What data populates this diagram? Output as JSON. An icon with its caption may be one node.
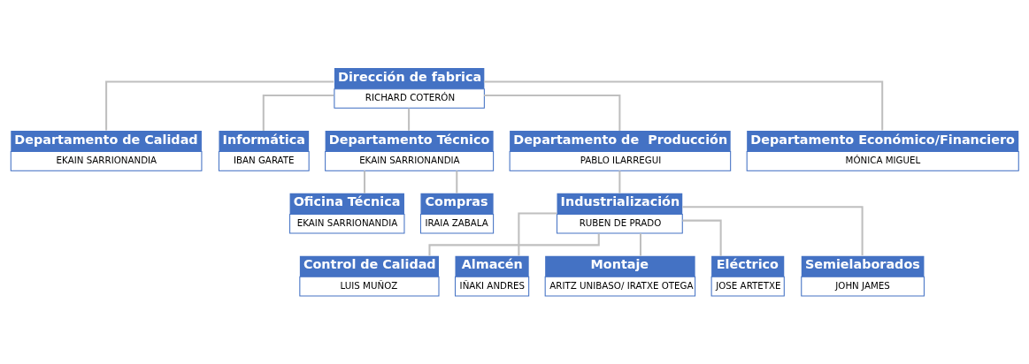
{
  "diagram": {
    "nodes": [
      {
        "text": [
          "Dirección de fabrica",
          "RICHARD COTERÓN"
        ]
      },
      {
        "text": [
          "Departamento de Calidad",
          "EKAIN SARRIONANDIA"
        ]
      },
      {
        "text": [
          "Informática",
          "IBAN GARATE"
        ]
      },
      {
        "text": [
          "Departamento Técnico",
          "EKAIN SARRIONANDIA"
        ]
      },
      {
        "text": [
          "Departamento de  Producción",
          "PABLO ILARREGUI"
        ]
      },
      {
        "text": [
          "Departamento Económico/Financiero",
          "MÓNICA MIGUEL"
        ]
      },
      {
        "text": [
          "Oficina Técnica",
          "EKAIN SARRIONANDIA"
        ]
      },
      {
        "text": [
          "Compras",
          "IRAIA ZABALA"
        ]
      },
      {
        "text": [
          "Industrialización",
          "RUBEN DE PRADO"
        ]
      },
      {
        "text": [
          "Control de Calidad",
          "LUIS MUÑOZ"
        ]
      },
      {
        "text": [
          "Almacén",
          "IÑAKI ANDRES"
        ]
      },
      {
        "text": [
          "Montaje",
          "ARITZ UNIBASO/ IRATXE OTEGA"
        ]
      },
      {
        "text": [
          "Eléctrico",
          "JOSE ARTETXE"
        ]
      },
      {
        "text": [
          "Semielaborados",
          "JOHN JAMES"
        ]
      }
    ],
    "edges": [
      {
        "from": 0,
        "to": 1,
        "arrow": "none"
      },
      {
        "from": 0,
        "to": 2,
        "arrow": "none"
      },
      {
        "from": 0,
        "to": 3,
        "arrow": "none"
      },
      {
        "from": 0,
        "to": 4,
        "arrow": "none"
      },
      {
        "from": 0,
        "to": 5,
        "arrow": "none"
      },
      {
        "from": 3,
        "to": 6,
        "arrow": "none"
      },
      {
        "from": 3,
        "to": 7,
        "arrow": "none"
      },
      {
        "from": 4,
        "to": 8,
        "arrow": "none"
      },
      {
        "from": 8,
        "to": 9,
        "arrow": "none"
      },
      {
        "from": 8,
        "to": 10,
        "arrow": "none"
      },
      {
        "from": 8,
        "to": 11,
        "arrow": "none"
      },
      {
        "from": 8,
        "to": 12,
        "arrow": "none"
      },
      {
        "from": 8,
        "to": 13,
        "arrow": "none"
      }
    ]
  }
}
